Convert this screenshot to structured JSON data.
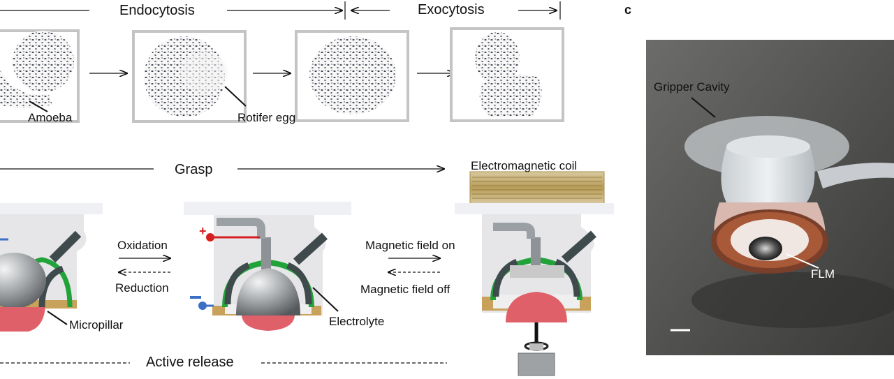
{
  "panel_c": {
    "letter": "c"
  },
  "top_row": {
    "endocytosis_label": "Endocytosis",
    "exocytosis_label": "Exocytosis",
    "amoeba_label": "Amoeba",
    "rotifer_egg_label": "Rotifer egg"
  },
  "middle_row": {
    "grasp_label": "Grasp",
    "coil_label": "Electromagnetic coil",
    "oxidation_label": "Oxidation",
    "reduction_label": "Reduction",
    "field_on_label": "Magnetic field on",
    "field_off_label": "Magnetic field off",
    "micropillar_label": "Micropillar",
    "electrolyte_label": "Electrolyte",
    "active_release_label": "Active release",
    "plus_sign": "+",
    "minus_sign": "−"
  },
  "photo": {
    "gripper_cavity_label": "Gripper Cavity",
    "flm_label": "FLM"
  },
  "colors": {
    "green_membrane": "#22a33a",
    "red_tissue": "#e0606a",
    "gray_metal": "#9aa0a4",
    "positive_red": "#d62020",
    "negative_blue": "#3a6fc4",
    "copper": "#b5651d",
    "photo_background": "#5a5a58"
  }
}
